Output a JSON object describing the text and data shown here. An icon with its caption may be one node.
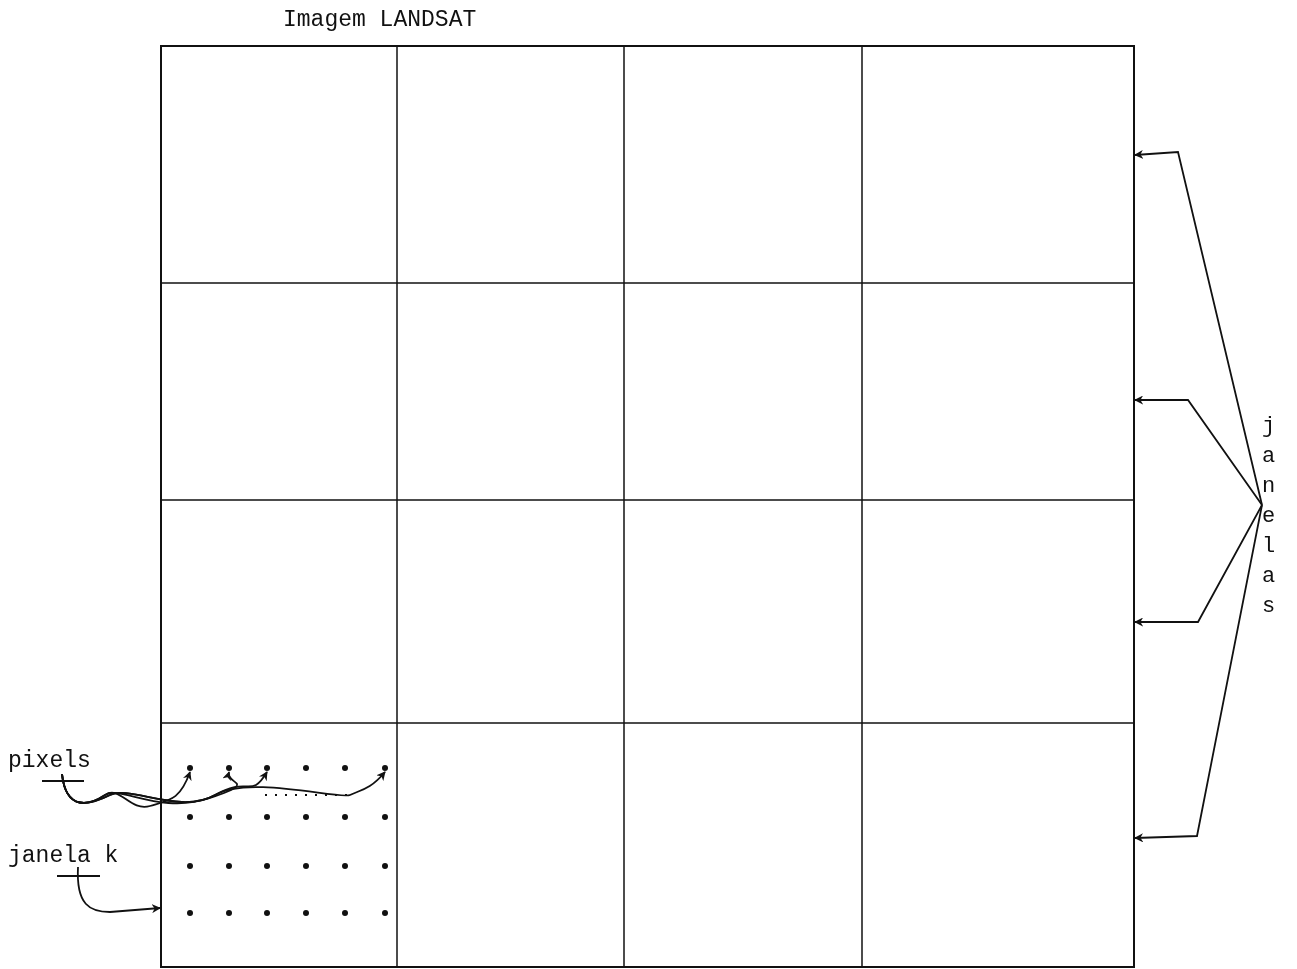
{
  "diagram": {
    "nodes": [
      {
        "text": [
          "Imagem LANDSAT"
        ]
      },
      {
        "text": [
          "janelas"
        ]
      },
      {
        "text": [
          "pixels"
        ]
      },
      {
        "text": [
          "janela k"
        ]
      },
      {
        "text": [],
        "shape": "circle",
        "in": 0
      },
      {
        "text": [],
        "shape": "circle",
        "in": 0
      },
      {
        "text": [],
        "shape": "circle",
        "in": 0
      },
      {
        "text": [],
        "shape": "circle",
        "in": 0
      }
    ],
    "edges": [
      {
        "from": 1,
        "to": 0,
        "arrow": "to"
      },
      {
        "from": 1,
        "to": 0,
        "arrow": "to"
      },
      {
        "from": 1,
        "to": 0,
        "arrow": "to"
      },
      {
        "from": 1,
        "to": 0,
        "arrow": "to"
      },
      {
        "from": 2,
        "to": 4,
        "arrow": "to"
      },
      {
        "from": 2,
        "to": 5,
        "arrow": "to"
      },
      {
        "from": 2,
        "to": 6,
        "arrow": "to"
      },
      {
        "from": 2,
        "to": 7,
        "arrow": "to"
      },
      {
        "from": 3,
        "to": 0,
        "arrow": "to"
      }
    ]
  }
}
